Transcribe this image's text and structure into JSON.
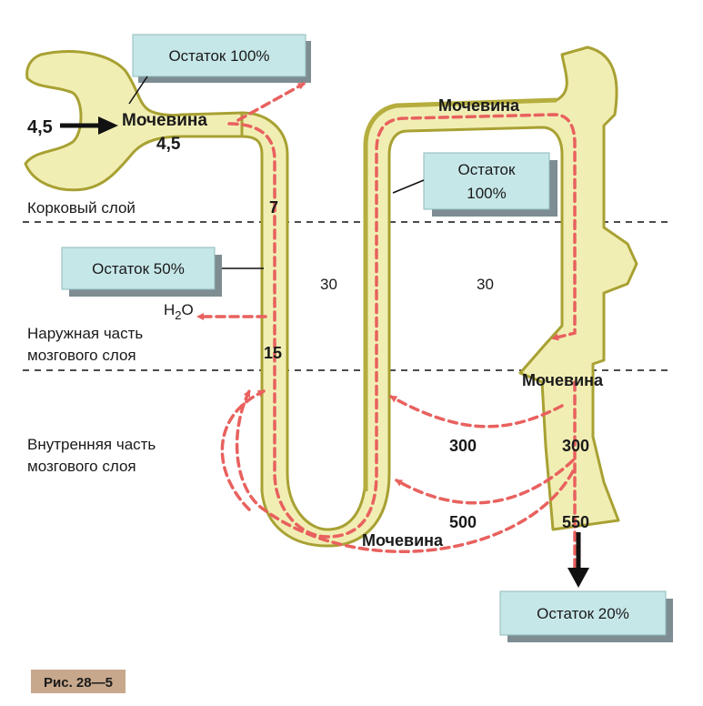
{
  "zones": {
    "cortex": "Корковый слой",
    "outer_medulla": [
      "Наружная часть",
      "мозгового слоя"
    ],
    "inner_medulla": [
      "Внутренняя часть",
      "мозгового слоя"
    ]
  },
  "boxes": {
    "top_left": "Остаток 100%",
    "middle": [
      "Остаток",
      "100%"
    ],
    "left": "Остаток 50%",
    "bottom_right": "Остаток 20%"
  },
  "labels": {
    "input_value": "4,5",
    "urea_top_left": "Мочевина",
    "urea_top_left_value": "4,5",
    "urea_top": "Мочевина",
    "urea_right": "Мочевина",
    "urea_bottom": "Мочевина",
    "water_main": "H",
    "water_sub": "2",
    "water_end": "O",
    "v7": "7",
    "v15": "15",
    "v30a": "30",
    "v30b": "30",
    "v300a": "300",
    "v300b": "300",
    "v500": "500",
    "v550": "550"
  },
  "figure": {
    "caption": "Рис. 28—5"
  },
  "colors": {
    "tube_fill": "#f1eeb4",
    "tube_stroke": "#a8a133",
    "box_fill": "#c6e7e8",
    "urea_arrow": "#e8615e"
  }
}
